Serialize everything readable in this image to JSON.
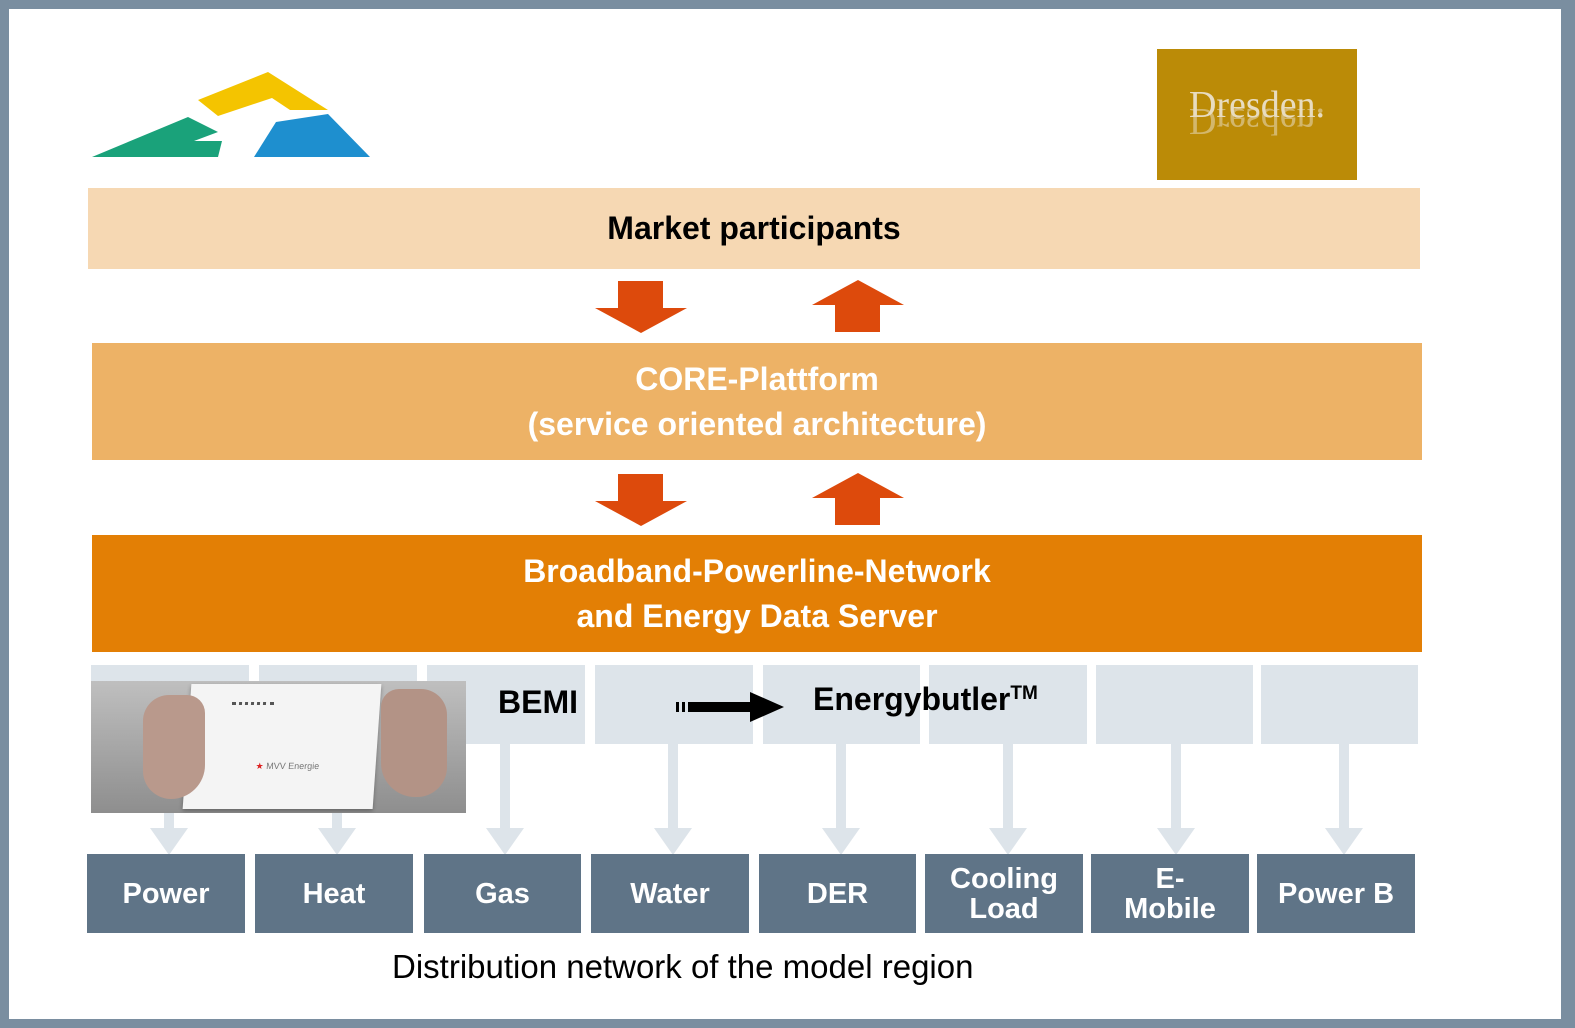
{
  "logos": {
    "left_logo_icon": "triangle-logo-icon",
    "right_logo_text": "Dresden."
  },
  "layers": {
    "market": "Market participants",
    "core_line1": "CORE-Plattform",
    "core_line2": "(service oriented architecture)",
    "network_line1": "Broadband-Powerline-Network",
    "network_line2": "and Energy Data Server"
  },
  "devices": {
    "bemi": "BEMI",
    "energybutler": "Energybutler",
    "energybutler_sup": "TM",
    "photo_label": "MVV Energie"
  },
  "utilities": [
    "Power",
    "Heat",
    "Gas",
    "Water",
    "DER",
    "Cooling Load",
    "E-Mobile",
    "Power B"
  ],
  "caption": "Distribution network of the model region",
  "colors": {
    "market_band": "#f6d8b3",
    "core_band": "#edb266",
    "network_band": "#e37f05",
    "arrows": "#dd4a0c",
    "utility_boxes": "#5f7487",
    "frame": "#7a8ea0"
  }
}
